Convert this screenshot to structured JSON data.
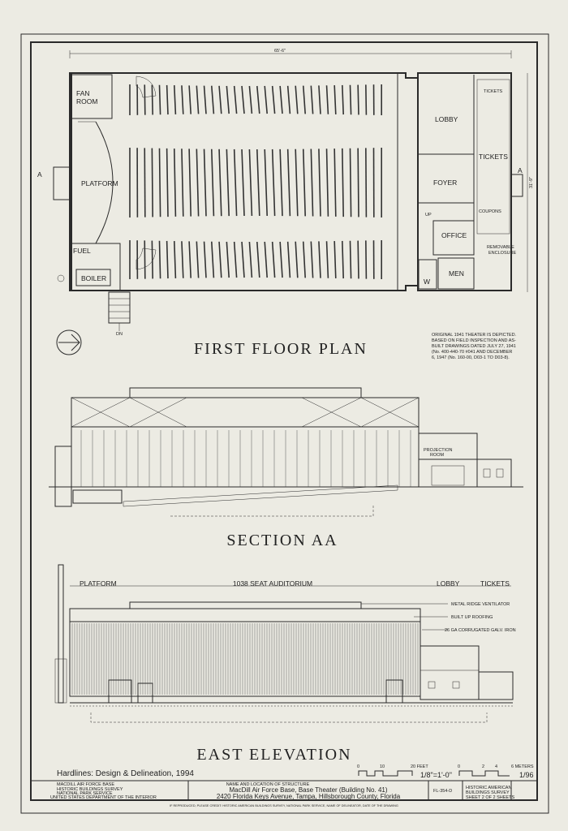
{
  "sheet": {
    "overall_dimension": "65'-6\"",
    "side_dimension": "31'-9\"",
    "title_plan": "FIRST FLOOR PLAN",
    "title_section": "SECTION AA",
    "title_elevation": "EAST ELEVATION",
    "credit": "Hardlines: Design & Delineation, 1994"
  },
  "plan": {
    "rooms": {
      "fan_room_1": "FAN",
      "fan_room_2": "ROOM",
      "platform": "PLATFORM",
      "fuel": "FUEL",
      "boiler": "BOILER",
      "lobby": "LOBBY",
      "tickets": "TICKETS",
      "tickets_small": "TICKETS",
      "foyer": "FOYER",
      "office": "OFFICE",
      "men": "MEN",
      "women": "W",
      "coupons": "COUPONS",
      "removable_1": "REMOVABLE",
      "removable_2": "ENCLOSURE",
      "section_mark": "A",
      "up": "UP",
      "dn": "DN"
    },
    "note": [
      "ORIGINAL 1941 THEATER IS DEPICTED.",
      "BASED ON FIELD INSPECTION AND AS-",
      "BUILT DRAWINGS DATED JULY 27, 1941",
      "(No. 400-440-70 #041 AND DECEMBER",
      "6, 1947 (No. 160-00, D03-1 TO D03-8)."
    ]
  },
  "section": {
    "projection_1": "PROJECTION",
    "projection_2": "ROOM"
  },
  "elevation": {
    "platform": "PLATFORM",
    "auditorium": "1038 SEAT AUDITORIUM",
    "lobby": "LOBBY",
    "tickets": "TICKETS",
    "notes": [
      "METAL RIDGE VENTILATOR",
      "BUILT UP ROOFING",
      "26 GA CORRUGATED GALV. IRON"
    ]
  },
  "titleblock": {
    "left": [
      "MACDILL AIR FORCE BASE",
      "HISTORIC BUILDINGS SURVEY",
      "NATIONAL PARK SERVICE",
      "UNITED STATES DEPARTMENT OF THE INTERIOR"
    ],
    "center_top": "NAME AND LOCATION OF STRUCTURE",
    "center_1": "MacDill Air Force Base,  Base Theater  (Building No. 41)",
    "center_2": "2420 Florida Keys Avenue, Tampa, Hillsborough County, Florida",
    "survey_no": "FL-354-D",
    "right": [
      "HISTORIC AMERICAN",
      "BUILDINGS SURVEY"
    ],
    "sheet_no": "SHEET 2 OF 2 SHEETS",
    "scale_feet": "20 FEET",
    "scale_meters": "6 METERS",
    "scale_ratio": "1/8\"=1'-0\"",
    "scale_ratio_2": "1/96",
    "scale_ticks_feet": [
      "0",
      "10"
    ],
    "scale_ticks_m": [
      "0",
      "2",
      "4"
    ],
    "footer": "IF REPRODUCED, PLEASE CREDIT: HISTORIC AMERICAN BUILDINGS SURVEY, NATIONAL PARK SERVICE, NAME OF DELINEATOR, DATE OF THE DRAWING"
  }
}
